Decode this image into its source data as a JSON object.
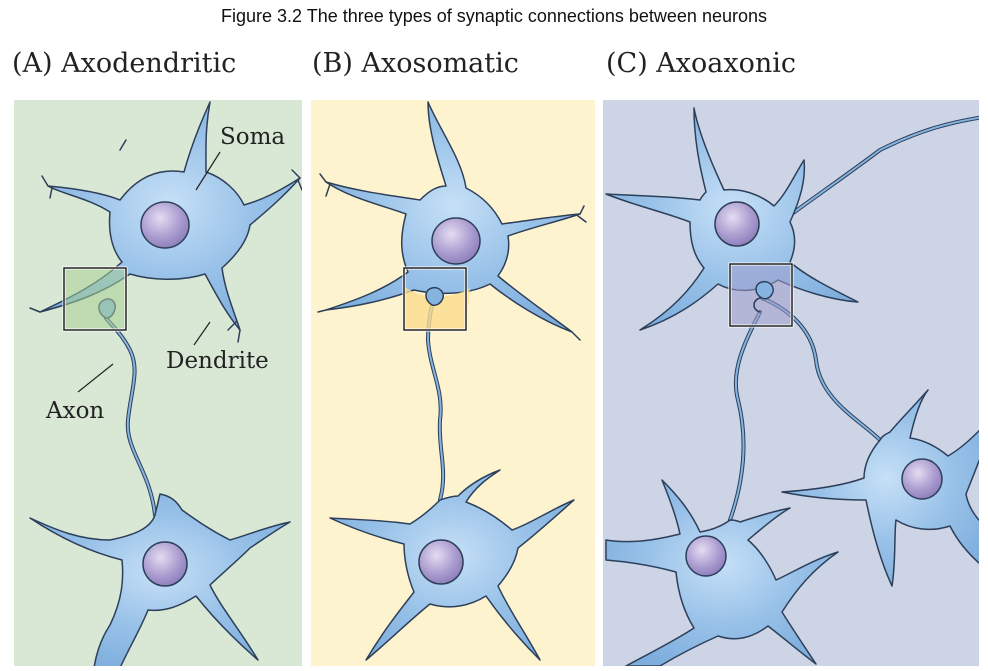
{
  "figure_title": "Figure 3.2  The three types of synaptic connections between neurons",
  "panels": [
    {
      "title": "(A)  Axodendritic"
    },
    {
      "title": "(B)  Axosomatic"
    },
    {
      "title": "(C)  Axoaxonic"
    }
  ],
  "labels": {
    "soma": "Soma",
    "dendrite": "Dendrite",
    "axon": "Axon"
  },
  "colors": {
    "panel_a_bg": "#d9e8d5",
    "panel_b_bg": "#fdf3cf",
    "panel_c_bg": "#ccd4e6",
    "neuron_fill": "#86b4e0",
    "neuron_outline": "#2d3f59",
    "nucleus": "#a99bcd"
  }
}
